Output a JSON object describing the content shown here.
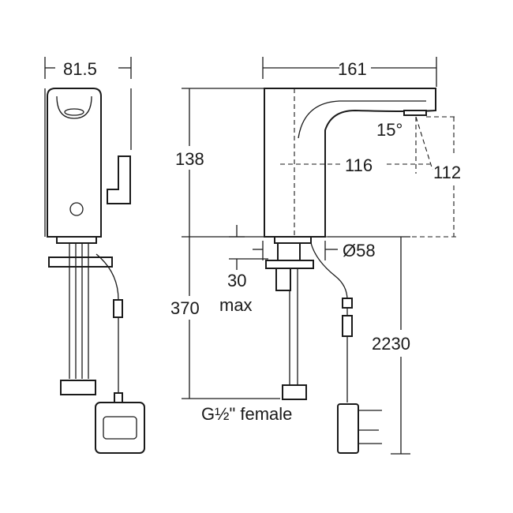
{
  "dimensions": {
    "side_width": "81.5",
    "front_width": "161",
    "body_height": "138",
    "spout_reach": "116",
    "sensor_height": "112",
    "angle": "15°",
    "deck_thickness": "30",
    "deck_thickness_note": "max",
    "below_deck_length": "370",
    "base_diameter": "Ø58",
    "cable_length": "2230",
    "connection": "G½\" female"
  }
}
